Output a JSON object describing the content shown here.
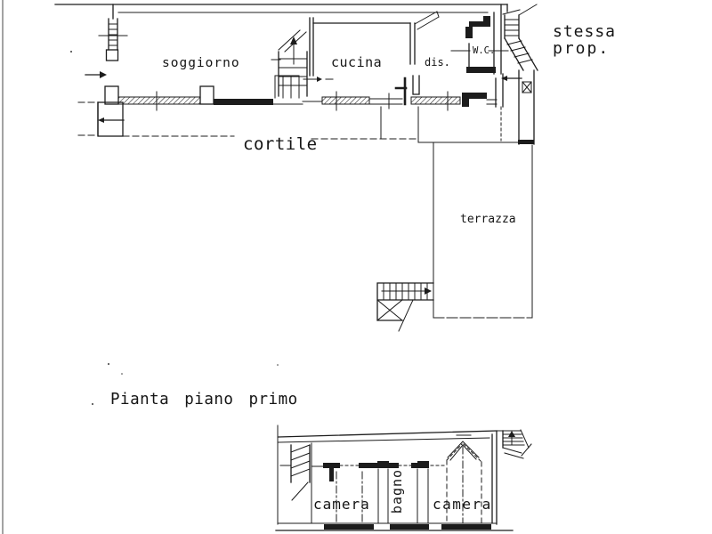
{
  "page": {
    "background": "#ffffff",
    "ink_color": "#1c1c1c",
    "scan_edge_color": "#a3a3a3"
  },
  "title": {
    "text": "Pianta piano primo"
  },
  "ground_floor_plan": {
    "room_labels": {
      "living_room": "soggiorno",
      "kitchen": "cucina",
      "hallway": "dis.",
      "toilet": "W.C.",
      "courtyard": "cortile",
      "terrace": "terrazza"
    },
    "annotations": {
      "adjacent_property_line1": "stessa",
      "adjacent_property_line2": "prop."
    },
    "icons": {
      "entry_arrow": "right-arrow",
      "courtyard_exit_arrow": "left-arrow",
      "internal_stair_arrow": "up-arrow",
      "internal_stair_exit_arrow": "right-arrow",
      "external_stair_arrow": "left-arrow",
      "terrace_stair_arrow": "right-arrow"
    }
  },
  "first_floor_plan": {
    "room_labels": {
      "bedroom_left": "camera",
      "bathroom": "bagno",
      "bedroom_right": "camera"
    },
    "icons": {
      "external_stair_arrow": "up-arrow"
    }
  }
}
